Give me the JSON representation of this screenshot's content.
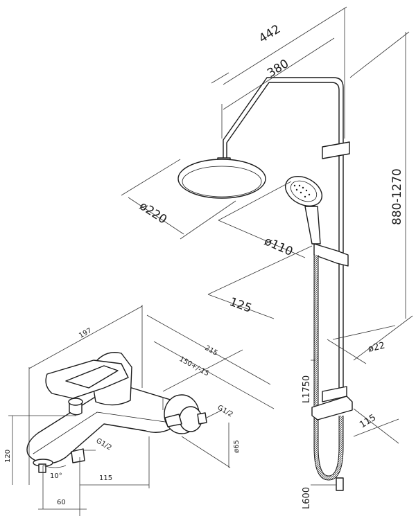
{
  "dimensions": {
    "d442": "442",
    "d380": "380",
    "d880_1270": "880-1270",
    "d220": "ø220",
    "d110": "ø110",
    "d125": "125",
    "d22": "ø22",
    "d1750": "L1750",
    "d115_right": "115",
    "d600": "L600",
    "d197": "197",
    "d215": "215",
    "d150": "150+/-15",
    "dG12_top": "G1/2",
    "d65": "ø65",
    "d120": "120",
    "dG12_bottom": "G1/2",
    "d10deg": "10°",
    "d115_bottom": "115",
    "d60": "60"
  }
}
